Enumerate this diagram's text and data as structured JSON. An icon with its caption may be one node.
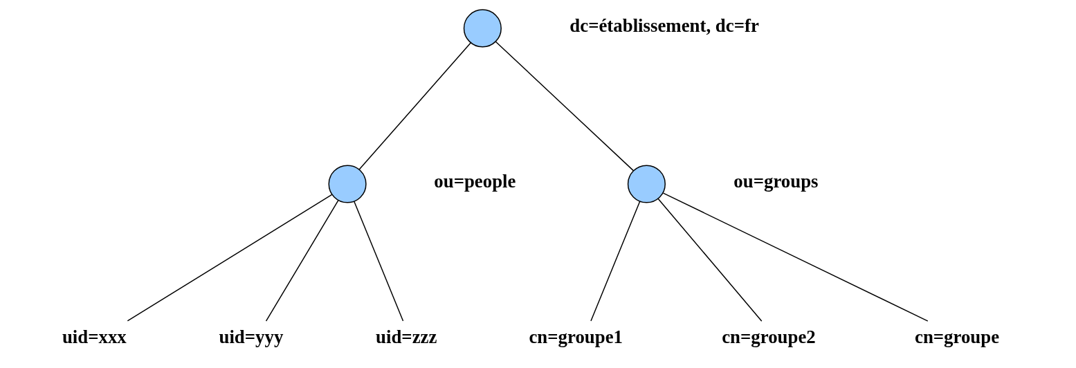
{
  "diagram": {
    "nodes": [
      {
        "text": [],
        "shape": "circle",
        "beside": [
          "dc=établissement, dc=fr"
        ]
      },
      {
        "text": [],
        "shape": "circle",
        "beside": [
          "ou=people"
        ]
      },
      {
        "text": [],
        "shape": "circle",
        "beside": [
          "ou=groups"
        ]
      },
      {
        "text": [
          "uid=xxx"
        ]
      },
      {
        "text": [
          "uid=yyy"
        ]
      },
      {
        "text": [
          "uid=zzz"
        ]
      },
      {
        "text": [
          "cn=groupe1"
        ]
      },
      {
        "text": [
          "cn=groupe2"
        ]
      },
      {
        "text": [
          "cn=groupe"
        ]
      }
    ],
    "edges": [
      {
        "from": 0,
        "to": 1,
        "arrow": "none"
      },
      {
        "from": 0,
        "to": 2,
        "arrow": "none"
      },
      {
        "from": 1,
        "to": 3,
        "arrow": "none"
      },
      {
        "from": 1,
        "to": 4,
        "arrow": "none"
      },
      {
        "from": 1,
        "to": 5,
        "arrow": "none"
      },
      {
        "from": 2,
        "to": 6,
        "arrow": "none"
      },
      {
        "from": 2,
        "to": 7,
        "arrow": "none"
      },
      {
        "from": 2,
        "to": 8,
        "arrow": "none"
      }
    ]
  }
}
